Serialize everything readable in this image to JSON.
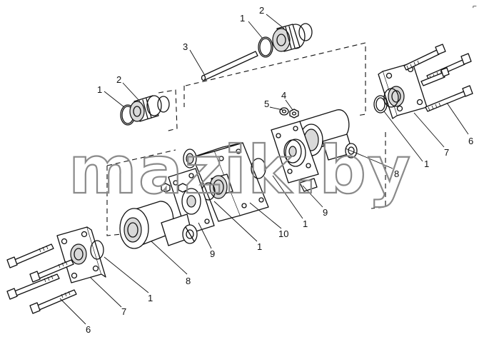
{
  "watermark": "mazik.by",
  "corner_mark": "⌐",
  "callouts": {
    "c_top_1": "1",
    "c_top_2": "2",
    "c_top_3": "3",
    "c_left_1": "1",
    "c_left_2": "2",
    "c_mid_5": "5",
    "c_mid_4": "4",
    "c_right_1": "1",
    "c_right_7": "7",
    "c_right_6": "6",
    "c_right_8": "8",
    "c_right_9": "9",
    "c_center_1": "1",
    "c_center_10": "10",
    "c_center_1b": "1",
    "c_center_9": "9",
    "c_left_8": "8",
    "c_bottom_1": "1",
    "c_bottom_7": "7",
    "c_bottom_6": "6"
  }
}
